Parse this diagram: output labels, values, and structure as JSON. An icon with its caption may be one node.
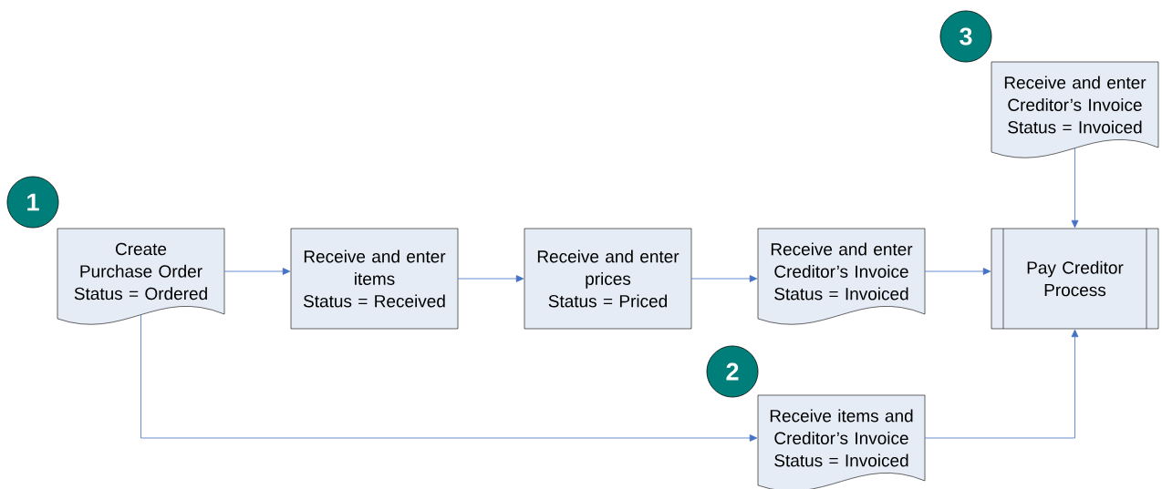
{
  "diagram": {
    "nodes": [
      {
        "text": [
          "1"
        ]
      },
      {
        "text": [
          "Create Purchase Order",
          "Status = Ordered"
        ]
      },
      {
        "text": [
          "Receive and enter items",
          "Status = Received"
        ]
      },
      {
        "text": [
          "Receive and enter prices",
          "Status = Priced"
        ]
      },
      {
        "text": [
          "Receive and enter Creditor’s Invoice",
          "Status = Invoiced"
        ]
      },
      {
        "text": [
          "2"
        ]
      },
      {
        "text": [
          "Receive items and Creditor’s Invoice",
          "Status = Invoiced"
        ]
      },
      {
        "text": [
          "3"
        ]
      },
      {
        "text": [
          "Receive and enter Creditor’s Invoice",
          "Status = Invoiced"
        ]
      },
      {
        "text": [
          "Pay Creditor Process"
        ]
      }
    ],
    "edges": [
      {
        "from": 1,
        "to": 2,
        "arrow": "to"
      },
      {
        "from": 2,
        "to": 3,
        "arrow": "to"
      },
      {
        "from": 3,
        "to": 4,
        "arrow": "to"
      },
      {
        "from": 4,
        "to": 9,
        "arrow": "to"
      },
      {
        "from": 1,
        "to": 6,
        "arrow": "to"
      },
      {
        "from": 6,
        "to": 9,
        "arrow": "to"
      },
      {
        "from": 8,
        "to": 9,
        "arrow": "to"
      }
    ]
  }
}
